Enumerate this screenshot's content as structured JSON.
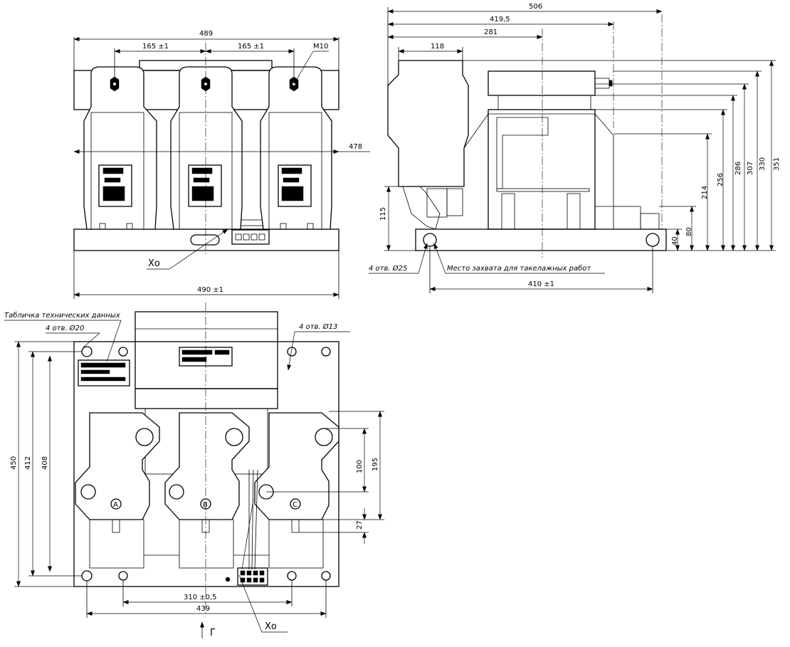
{
  "front_view": {
    "dim_overall_width": "489",
    "dim_pitch_left": "165 ±1",
    "dim_pitch_right": "165 ±1",
    "thread_label": "M10",
    "dim_height_478": "478",
    "dim_base_width": "490 ±1",
    "terminal_label": "Xo"
  },
  "side_view": {
    "dim_506": "506",
    "dim_419_5": "419,5",
    "dim_281": "281",
    "dim_118": "118",
    "dim_115": "115",
    "dim_410": "410 ±1",
    "hole_label": "4 отв. Ø25",
    "lifting_label": "Место захвата для такелажных работ",
    "heights": [
      "351",
      "330",
      "307",
      "286",
      "256",
      "214",
      "80",
      "40"
    ]
  },
  "plan_view": {
    "nameplate_label": "Табличка технических данных",
    "holes_20_label": "4 отв. Ø20",
    "holes_13_label": "4 отв. Ø13",
    "dim_450": "450",
    "dim_412": "412",
    "dim_408": "408",
    "dim_195": "195",
    "dim_100": "100",
    "dim_27": "27",
    "dim_310": "310 ±0,5",
    "dim_439": "439",
    "terminal_label": "Xo",
    "view_arrow_label": "Г",
    "phase_labels": [
      "A",
      "B",
      "C"
    ]
  }
}
